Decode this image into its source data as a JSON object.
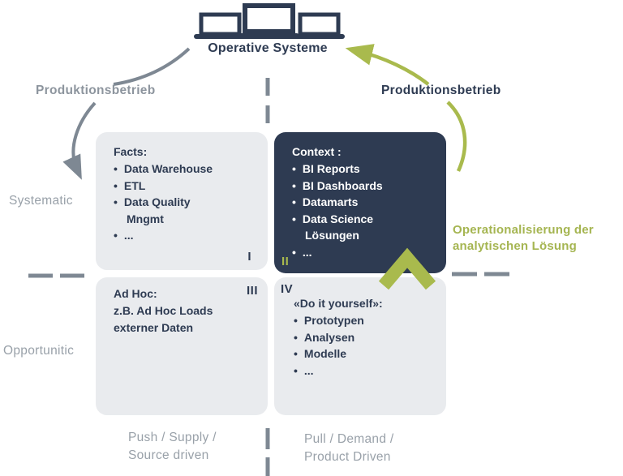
{
  "colors": {
    "navy": "#2e3b52",
    "box_gray": "#e9ebee",
    "label_gray": "#8d959e",
    "line_gray": "#7e8893",
    "green": "#a9ba4d",
    "green_text": "#a5b551",
    "white": "#ffffff"
  },
  "header": {
    "icon": "laptops-icon",
    "systems_label": "Operative Systeme"
  },
  "annotations": {
    "production_left": "Produktionsbetrieb",
    "production_right": "Produktionsbetrieb",
    "operationalization_line1": "Operationalisierung der",
    "operationalization_line2": "analytischen Lösung"
  },
  "axes": {
    "left_top": "Systematic",
    "left_bottom": "Opportunitic",
    "bottom_left_line1": "Push / Supply /",
    "bottom_left_line2": "Source driven",
    "bottom_right_line1": "Pull / Demand /",
    "bottom_right_line2": "Product Driven"
  },
  "quadrants": [
    {
      "numeral": "I",
      "title": "Facts:",
      "items": [
        "Data Warehouse",
        "ETL",
        "Data Quality\nMngmt",
        "..."
      ]
    },
    {
      "numeral": "II",
      "title": "Context :",
      "items": [
        "BI Reports",
        "BI Dashboards",
        "Datamarts",
        "Data Science\nLösungen",
        "..."
      ]
    },
    {
      "numeral": "III",
      "title": "Ad Hoc:",
      "lines": [
        "z.B. Ad Hoc Loads",
        "externer Daten"
      ]
    },
    {
      "numeral": "IV",
      "title": "«Do it yourself»:",
      "items": [
        "Prototypen",
        "Analysen",
        "Modelle",
        "..."
      ]
    }
  ]
}
